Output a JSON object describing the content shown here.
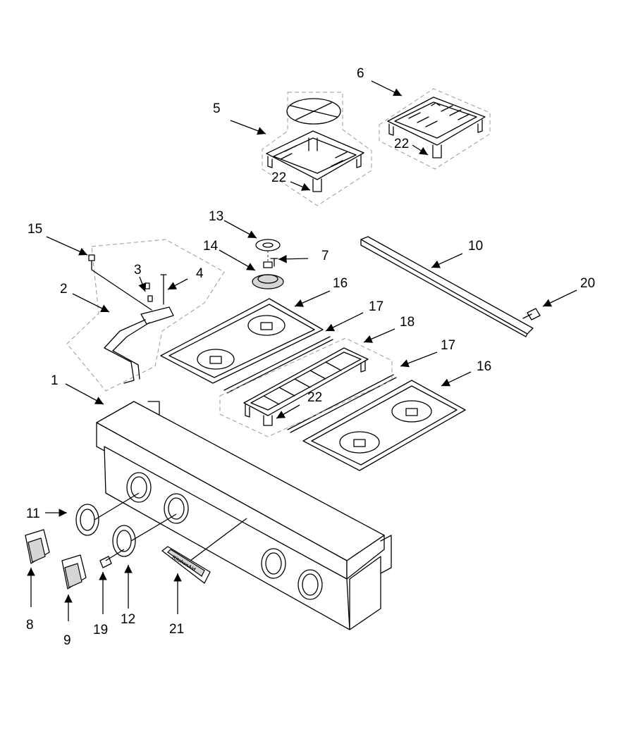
{
  "callouts": {
    "c1": "1",
    "c2": "2",
    "c3": "3",
    "c4": "4",
    "c5": "5",
    "c6": "6",
    "c7": "7",
    "c8": "8",
    "c9": "9",
    "c10": "10",
    "c11": "11",
    "c12": "12",
    "c13": "13",
    "c14": "14",
    "c15": "15",
    "c16a": "16",
    "c16b": "16",
    "c17a": "17",
    "c17b": "17",
    "c18": "18",
    "c19": "19",
    "c20": "20",
    "c21": "21",
    "c22a": "22",
    "c22b": "22",
    "c22c": "22"
  },
  "nameplate_text": "KitchenAid"
}
